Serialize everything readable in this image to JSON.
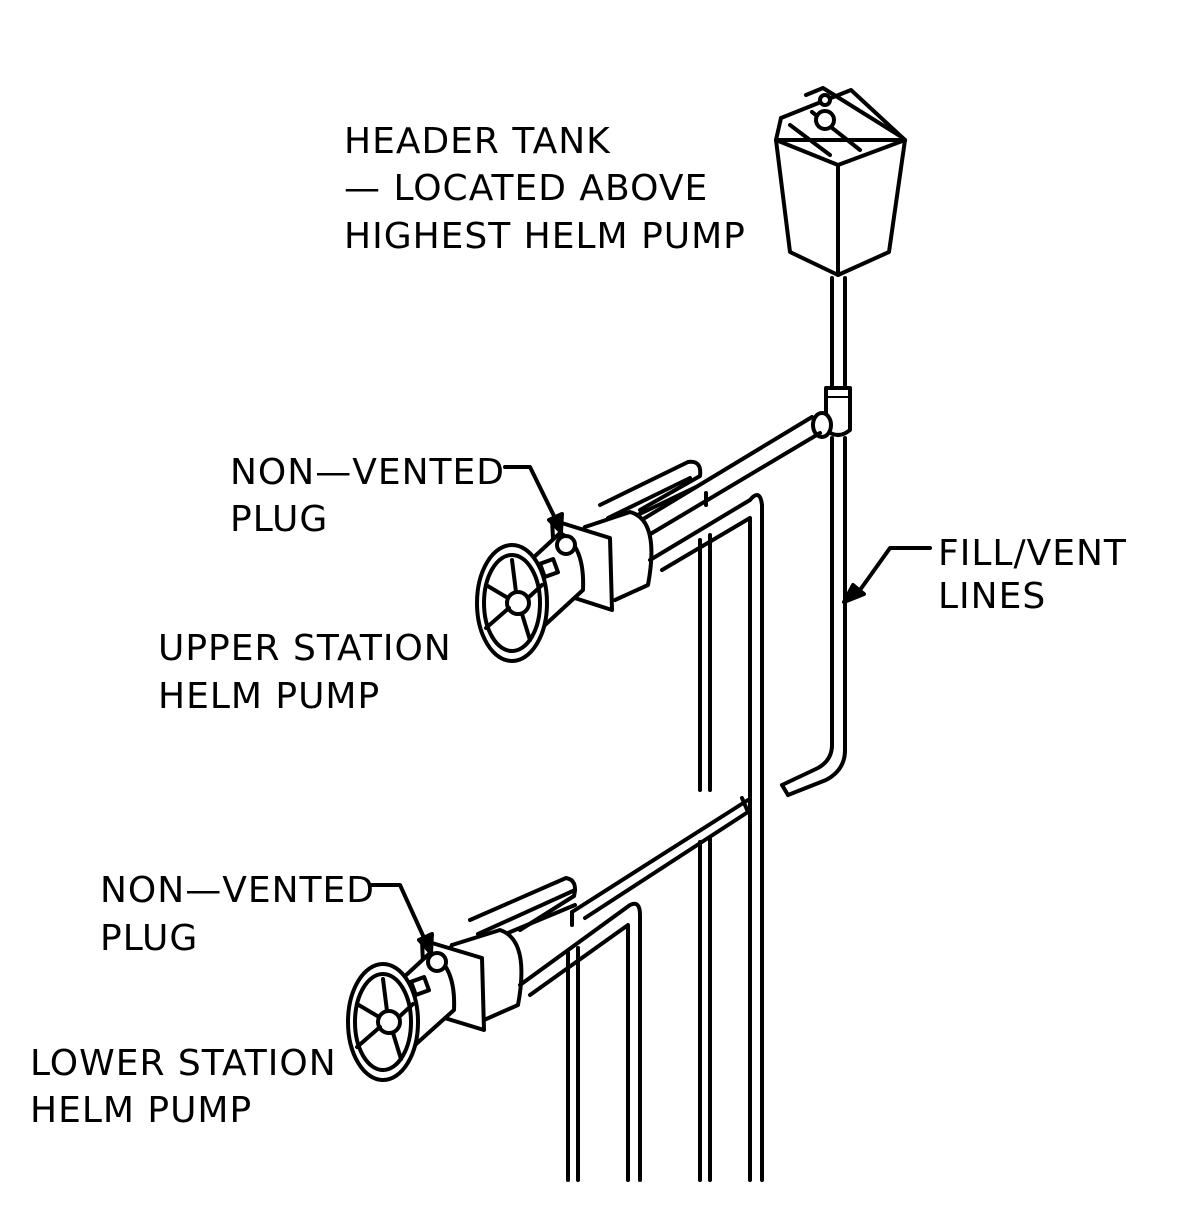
{
  "colors": {
    "ink": "#000000",
    "paper": "#ffffff"
  },
  "labels": {
    "header_tank": [
      "HEADER TANK",
      "— LOCATED ABOVE",
      "HIGHEST HELM PUMP"
    ],
    "plug_upper": [
      "NON—VENTED",
      "PLUG"
    ],
    "plug_lower": [
      "NON—VENTED",
      "PLUG"
    ],
    "fill_vent": [
      "FILL/VENT",
      "LINES"
    ],
    "upper_station": [
      "UPPER STATION",
      "HELM PUMP"
    ],
    "lower_station": [
      "LOWER STATION",
      "HELM PUMP"
    ]
  }
}
